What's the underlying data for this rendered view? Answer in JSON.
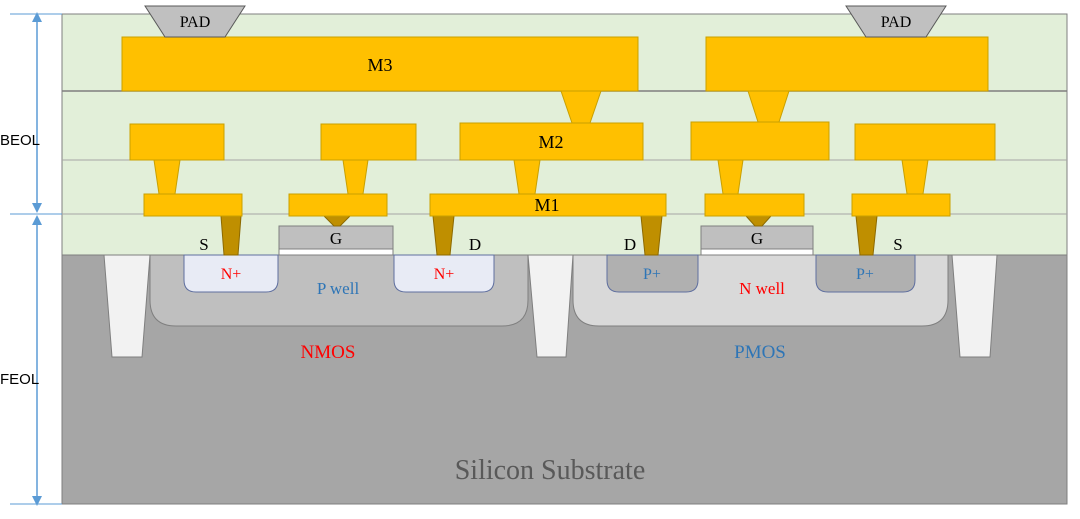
{
  "labels": {
    "pad_left": "PAD",
    "pad_right": "PAD",
    "m3": "M3",
    "m2": "M2",
    "m1": "M1",
    "source_n": "S",
    "gate_n": "G",
    "drain_n": "D",
    "drain_p": "D",
    "gate_p": "G",
    "source_p": "S",
    "nplus_left": "N+",
    "nplus_right": "N+",
    "pplus_left": "P+",
    "pplus_right": "P+",
    "pwell": "P well",
    "nwell": "N well",
    "nmos": "NMOS",
    "pmos": "PMOS",
    "substrate": "Silicon Substrate",
    "beol": "BEOL",
    "feol": "FEOL"
  },
  "colors": {
    "beol_bg": "#e2efd9",
    "substrate": "#a6a6a6",
    "metal": "#ffc000",
    "metal_stroke": "#c9a000",
    "contact": "#bf8f00",
    "well": "#d9d9d9",
    "nplus": "#eef0f7",
    "pplus": "#aaaaaa",
    "gate": "#bfbfbf",
    "sti": "#f2f2f2",
    "pad": "#bfbfbf",
    "arrow": "#5b9bd5",
    "red_text": "#ff0000",
    "blue_text": "#2e75b6"
  }
}
